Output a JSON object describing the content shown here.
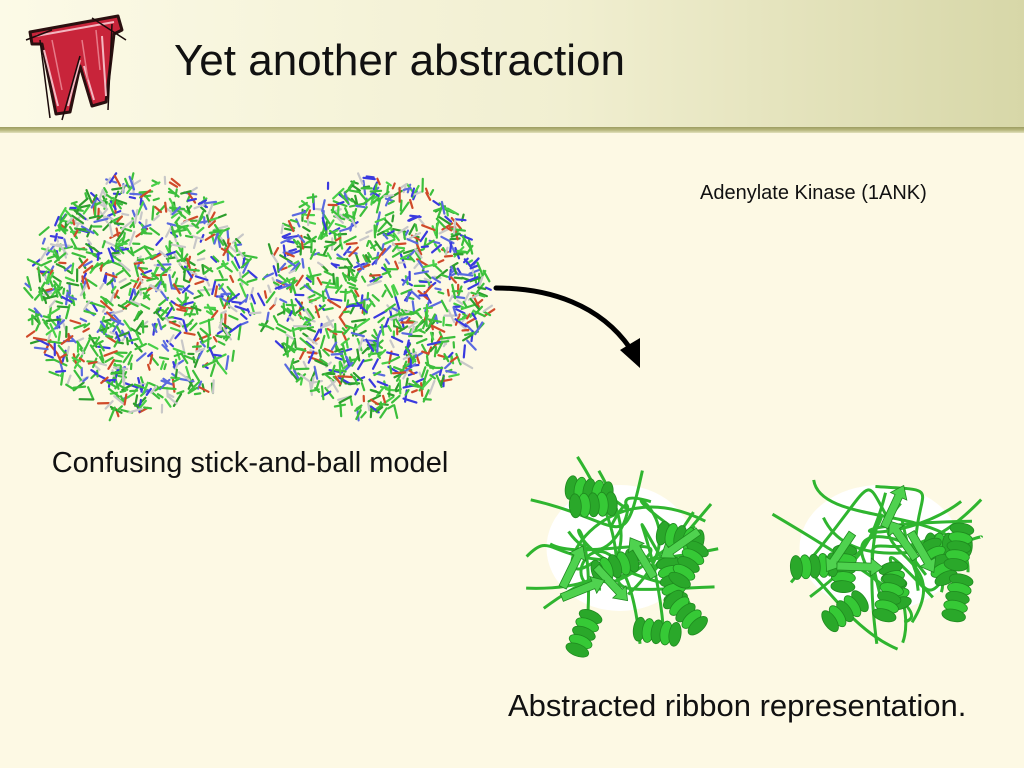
{
  "slide": {
    "title": "Yet another abstraction",
    "protein_name": "Adenylate Kinase (1ANK)",
    "stick_caption": "Confusing stick-and-ball model",
    "ribbon_caption": "Abstracted ribbon representation."
  },
  "images": {
    "logo": "university-w-logo",
    "stick_model": "stick-and-ball-protein-image",
    "ribbon_model": "ribbon-protein-image",
    "arrow": "curved-arrow-icon"
  },
  "colors": {
    "background": "#fdf9e4",
    "header_rule": "#a9a96e",
    "protein_green": "#33cc33",
    "logo_red": "#c8243a"
  }
}
